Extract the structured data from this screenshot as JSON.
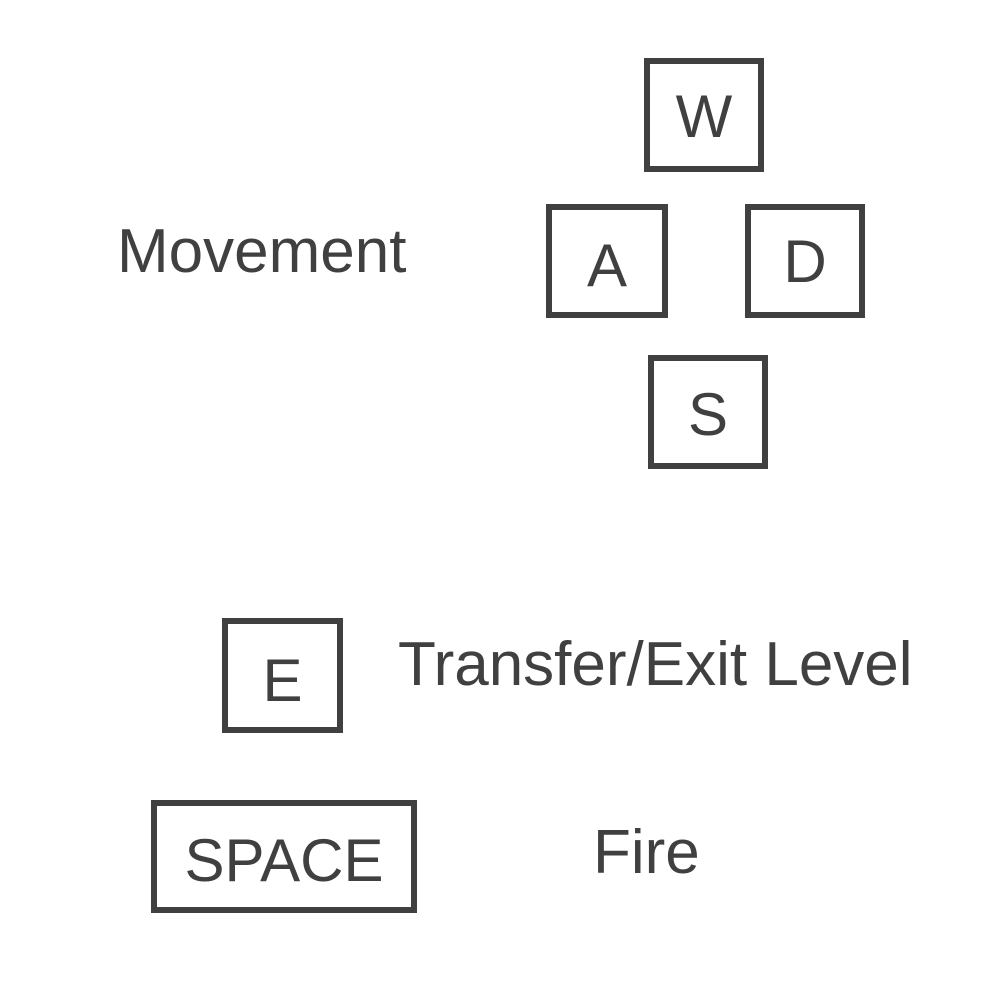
{
  "keys": {
    "w": "W",
    "a": "A",
    "s": "S",
    "d": "D",
    "e": "E",
    "space": "SPACE"
  },
  "labels": {
    "movement": "Movement",
    "transfer_exit": "Transfer/Exit Level",
    "fire": "Fire"
  },
  "colors": {
    "ink": "#404040",
    "background": "#ffffff"
  }
}
